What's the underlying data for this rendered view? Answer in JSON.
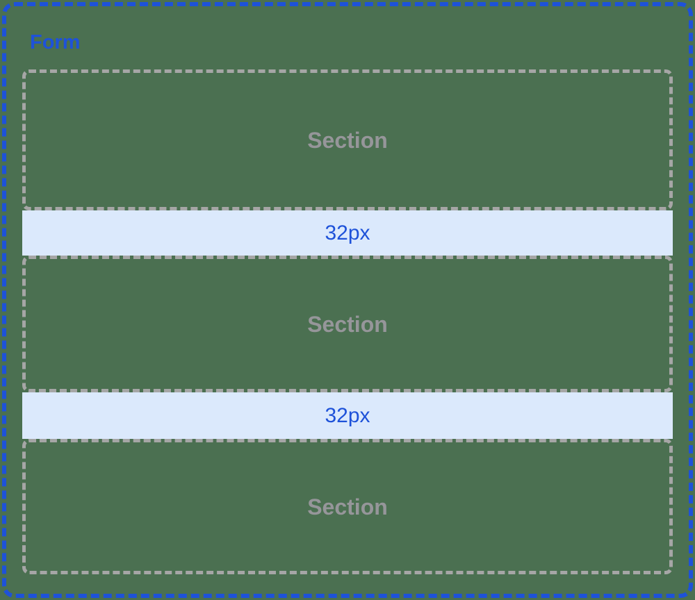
{
  "diagram": {
    "form": {
      "label": "Form"
    },
    "sections": [
      {
        "label": "Section"
      },
      {
        "label": "Section"
      },
      {
        "label": "Section"
      }
    ],
    "spacers": [
      {
        "label": "32px"
      },
      {
        "label": "32px"
      }
    ],
    "colors": {
      "background": "#4b7051",
      "frame_border": "#1e52d9",
      "frame_label": "#1e52d9",
      "section_border": "#a6a6a6",
      "section_label": "#96969a",
      "spacer_background": "#dbeafc",
      "spacer_label": "#1e52d9"
    }
  }
}
